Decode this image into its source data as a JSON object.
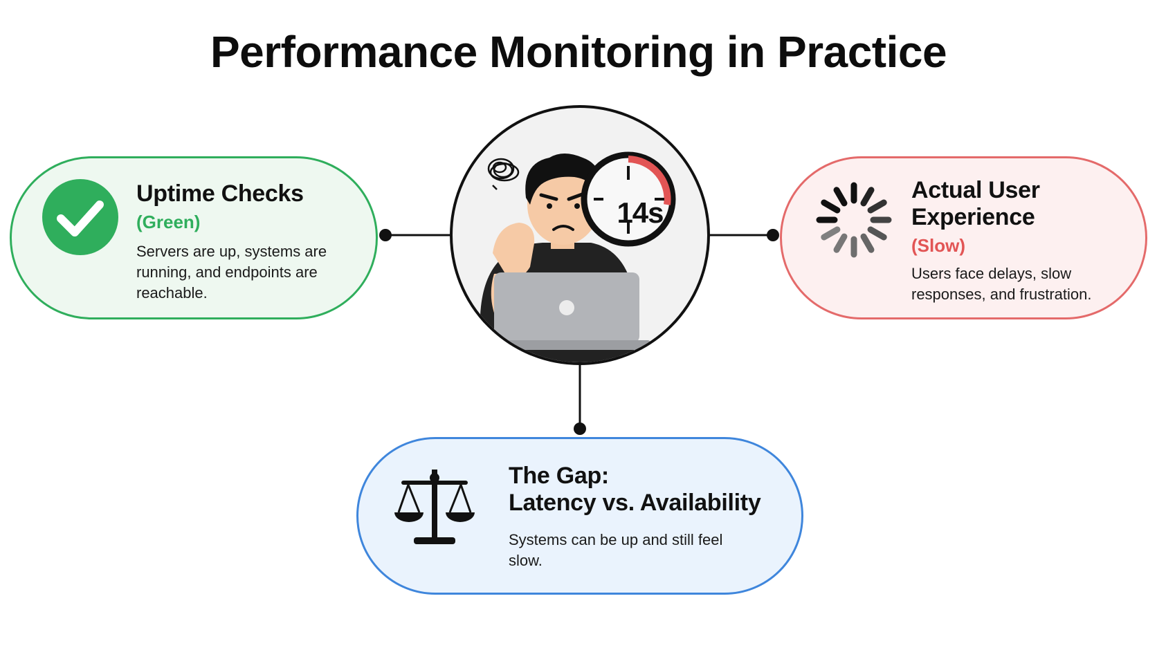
{
  "title": "Performance Monitoring in Practice",
  "colors": {
    "green": "#2fae5c",
    "red": "#e25555",
    "blue": "#3f86dc",
    "dark": "#111111"
  },
  "center": {
    "timer_label": "14s",
    "icons": [
      "frustrated-person-icon",
      "laptop-icon",
      "stopwatch-icon",
      "scribble-icon"
    ]
  },
  "uptime": {
    "title": "Uptime Checks",
    "status": "(Green)",
    "description": "Servers are up, systems are running, and endpoints are reachable.",
    "icon": "check-circle-icon"
  },
  "user_experience": {
    "title": "Actual User Experience",
    "status": "(Slow)",
    "description": "Users face delays, slow responses, and frustration.",
    "icon": "loading-spinner-icon"
  },
  "gap": {
    "title_line1": "The Gap:",
    "title_line2": "Latency vs. Availability",
    "description": "Systems can be up and still feel slow.",
    "icon": "balance-scale-icon"
  }
}
